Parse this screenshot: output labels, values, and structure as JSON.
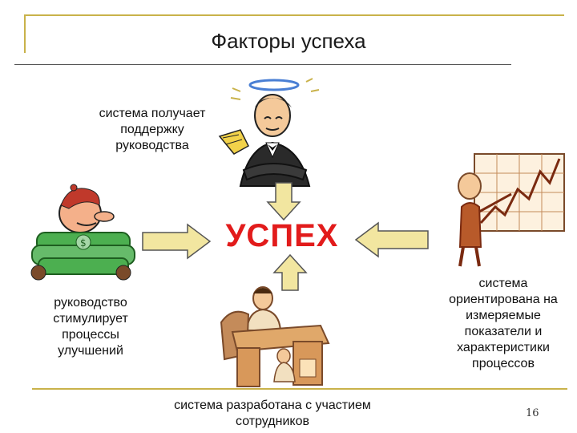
{
  "slide": {
    "title": "Факторы успеха",
    "center": "УСПЕХ",
    "page_number": "16"
  },
  "factors": {
    "top": "система получает поддержку руководства",
    "left": "руководство стимулирует процессы улучшений",
    "right": "система ориентирована на измеряемые показатели и характеристики процессов",
    "bottom": "система разработана с участием сотрудников"
  },
  "colors": {
    "arrow_fill": "#f2e6a0",
    "arrow_stroke": "#555555",
    "center_text": "#e21b1b",
    "frame_accent": "#c9b24a"
  }
}
